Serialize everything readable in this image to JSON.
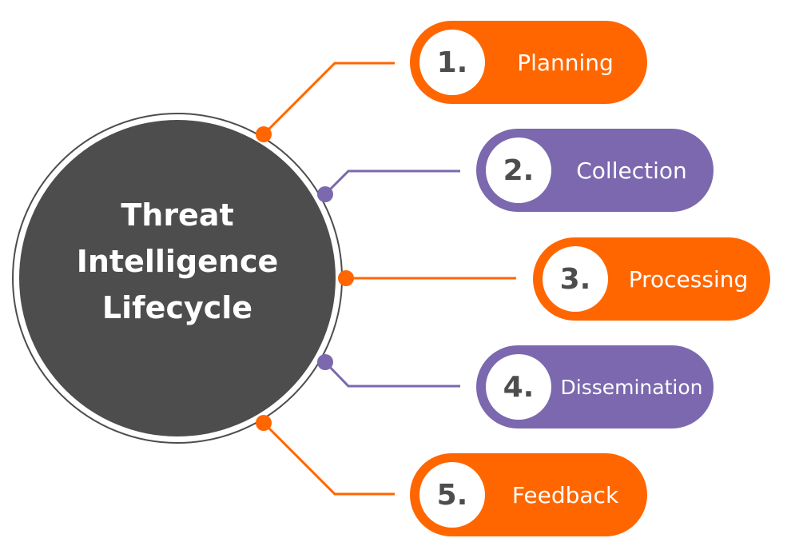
{
  "title_lines": [
    "Threat",
    "Intelligence",
    "Lifecycle"
  ],
  "colors": {
    "orange": "#FF6600",
    "purple": "#7B68AE",
    "dark": "#4D4D4D"
  },
  "steps": [
    {
      "number": "1.",
      "label": "Planning",
      "color": "#FF6600"
    },
    {
      "number": "2.",
      "label": "Collection",
      "color": "#7B68AE"
    },
    {
      "number": "3.",
      "label": "Processing",
      "color": "#FF6600"
    },
    {
      "number": "4.",
      "label": "Dissemination",
      "color": "#7B68AE"
    },
    {
      "number": "5.",
      "label": "Feedback",
      "color": "#FF6600"
    }
  ]
}
